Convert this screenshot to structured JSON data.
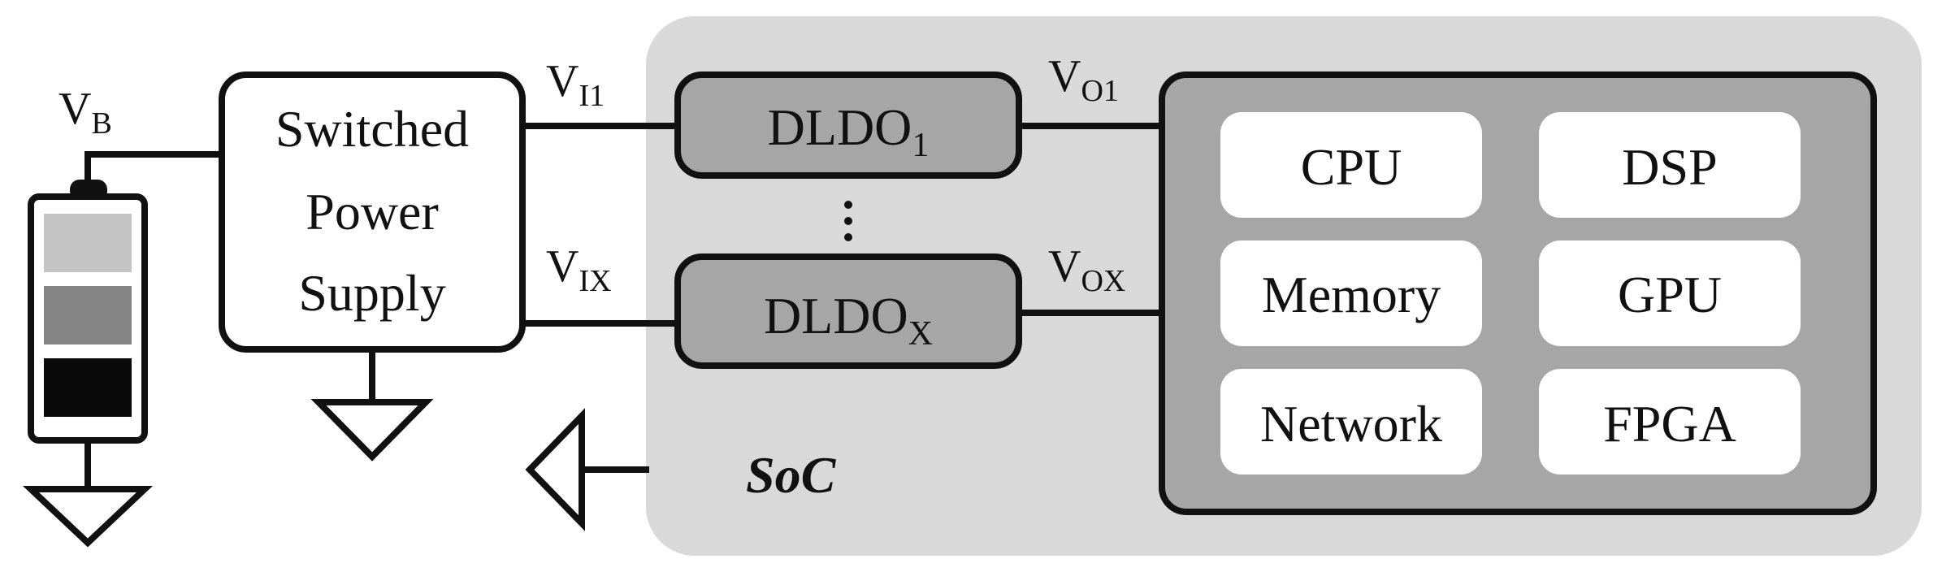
{
  "battery": {
    "label_base": "V",
    "label_sub": "B",
    "cells": [
      "#c4c4c4",
      "#858585",
      "#0a0a0a"
    ]
  },
  "power_supply": {
    "lines": [
      "Switched",
      "Power",
      "Supply"
    ]
  },
  "inputs": [
    {
      "base": "V",
      "sub": "I1"
    },
    {
      "base": "V",
      "sub": "IX"
    }
  ],
  "ldos": [
    {
      "base": "DLDO",
      "sub": "1"
    },
    {
      "base": "DLDO",
      "sub": "X"
    }
  ],
  "outputs": [
    {
      "base": "V",
      "sub": "O1"
    },
    {
      "base": "V",
      "sub": "OX"
    }
  ],
  "soc": {
    "label": "SoC"
  },
  "blocks": [
    "CPU",
    "DSP",
    "Memory",
    "GPU",
    "Network",
    "FPGA"
  ],
  "colors": {
    "soc_bg": "#d9d9d9",
    "ldo_fill": "#a6a6a6",
    "core_fill": "#a6a6a6",
    "block_fill": "#ffffff",
    "stroke": "#111111"
  }
}
